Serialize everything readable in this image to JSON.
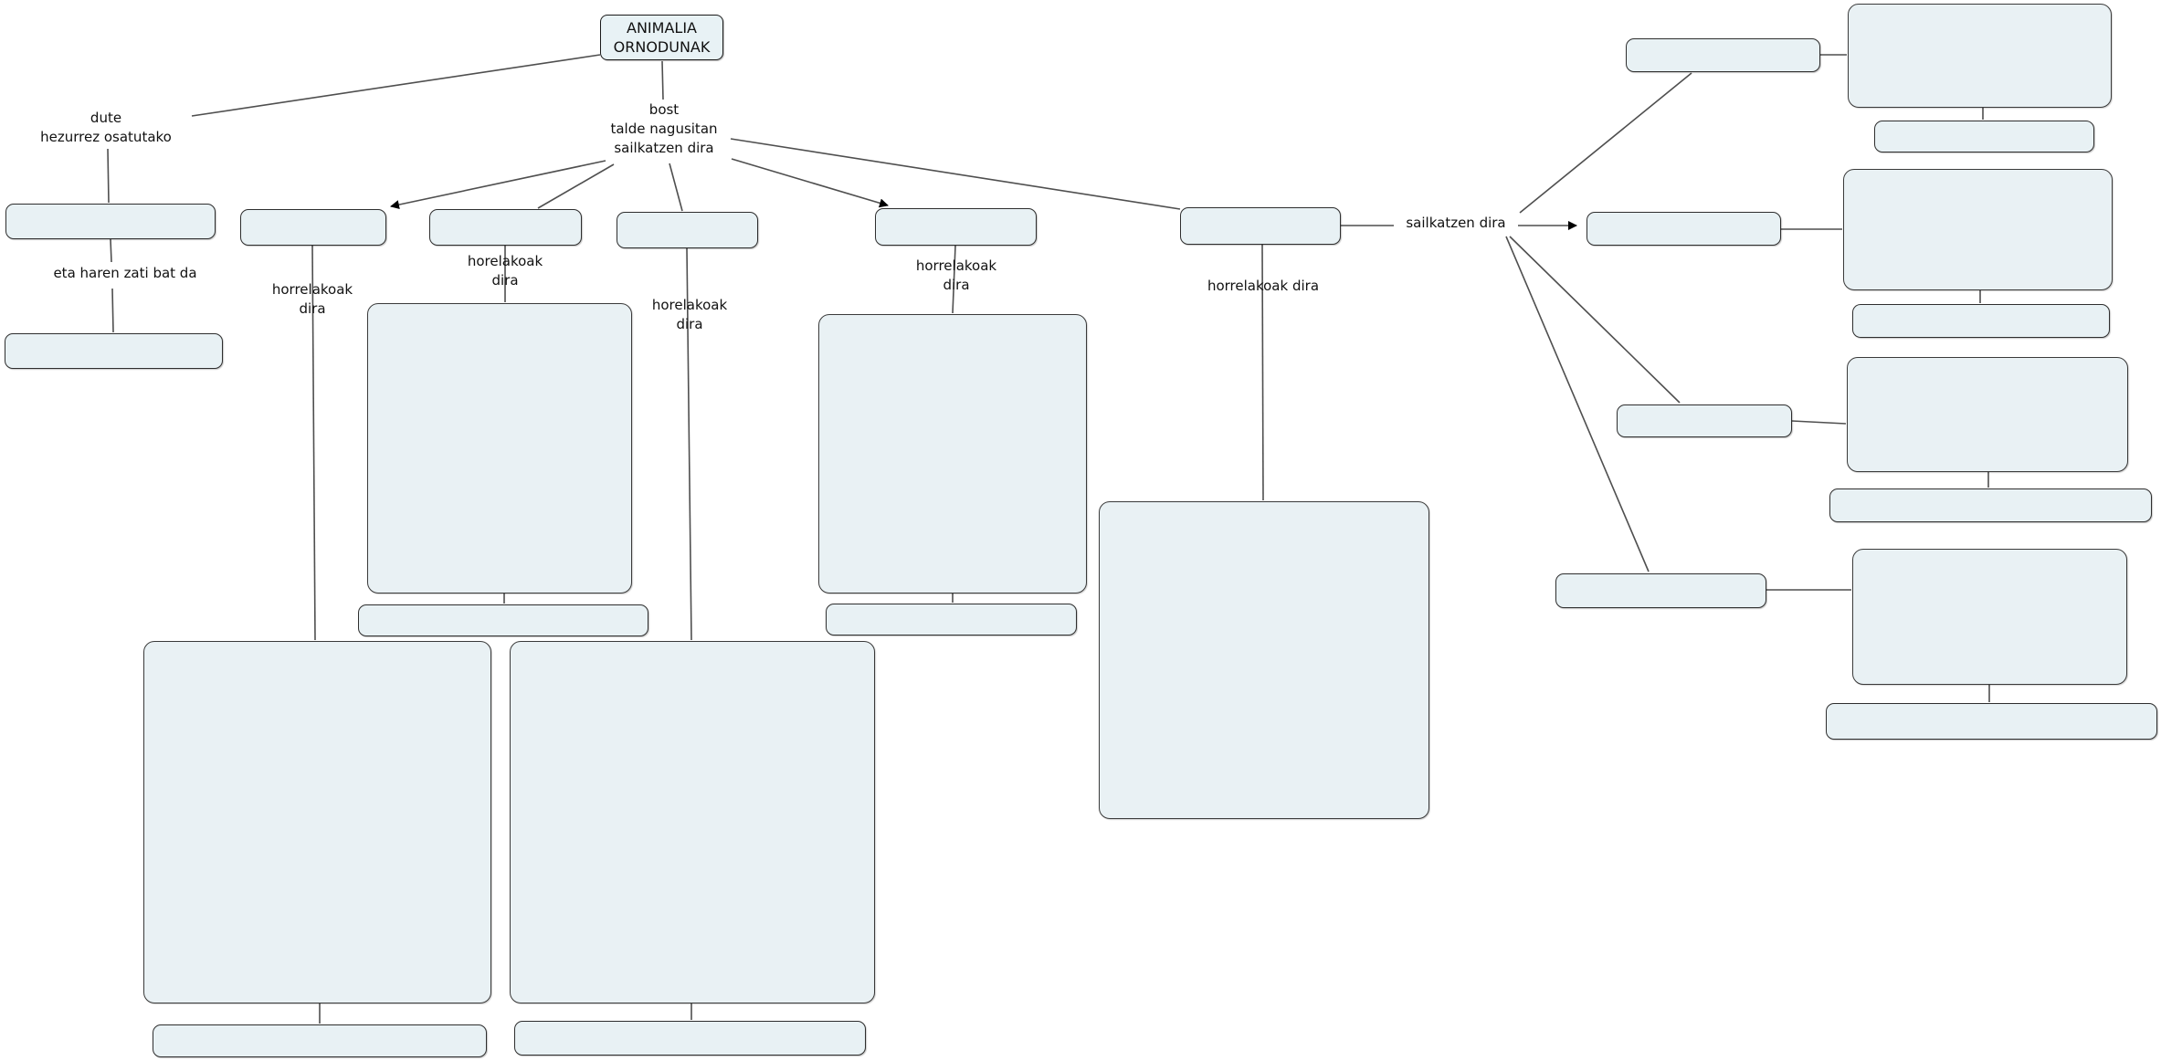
{
  "diagram": {
    "title_node": "ANIMALIA\nORNODUNAK",
    "link_labels": {
      "dute": "dute\nhezurrez osatutako",
      "eta": "eta haren zati bat da",
      "bost": "bost\ntalde nagusitan\nsailkatzen dira",
      "horrelakoak_a": "horrelakoak\ndira",
      "horelakoak_b": "horelakoak\ndira",
      "horelakoak_c": "horelakoak\ndira",
      "horrelakoak_d": "horrelakoak\ndira",
      "horrelakoak_e": "horrelakoak dira",
      "sailkatzen_right": "sailkatzen dira"
    },
    "empty_concepts": {
      "left_1": "",
      "left_2": "",
      "group_a": "",
      "group_b": "",
      "group_c": "",
      "group_d": "",
      "group_e": "",
      "right_1": "",
      "right_2": "",
      "right_3": "",
      "right_4": "",
      "caption_a": "",
      "caption_b": "",
      "caption_c": "",
      "caption_d": "",
      "caption_right_1": "",
      "caption_right_2": "",
      "caption_right_3": "",
      "caption_right_4": ""
    },
    "colors": {
      "node_fill": "#e8f1f4",
      "node_border": "#2e2e2e",
      "connector_line": "#4f4f4f",
      "arrowhead": "#000000",
      "text": "#111111",
      "background": "#ffffff"
    }
  }
}
